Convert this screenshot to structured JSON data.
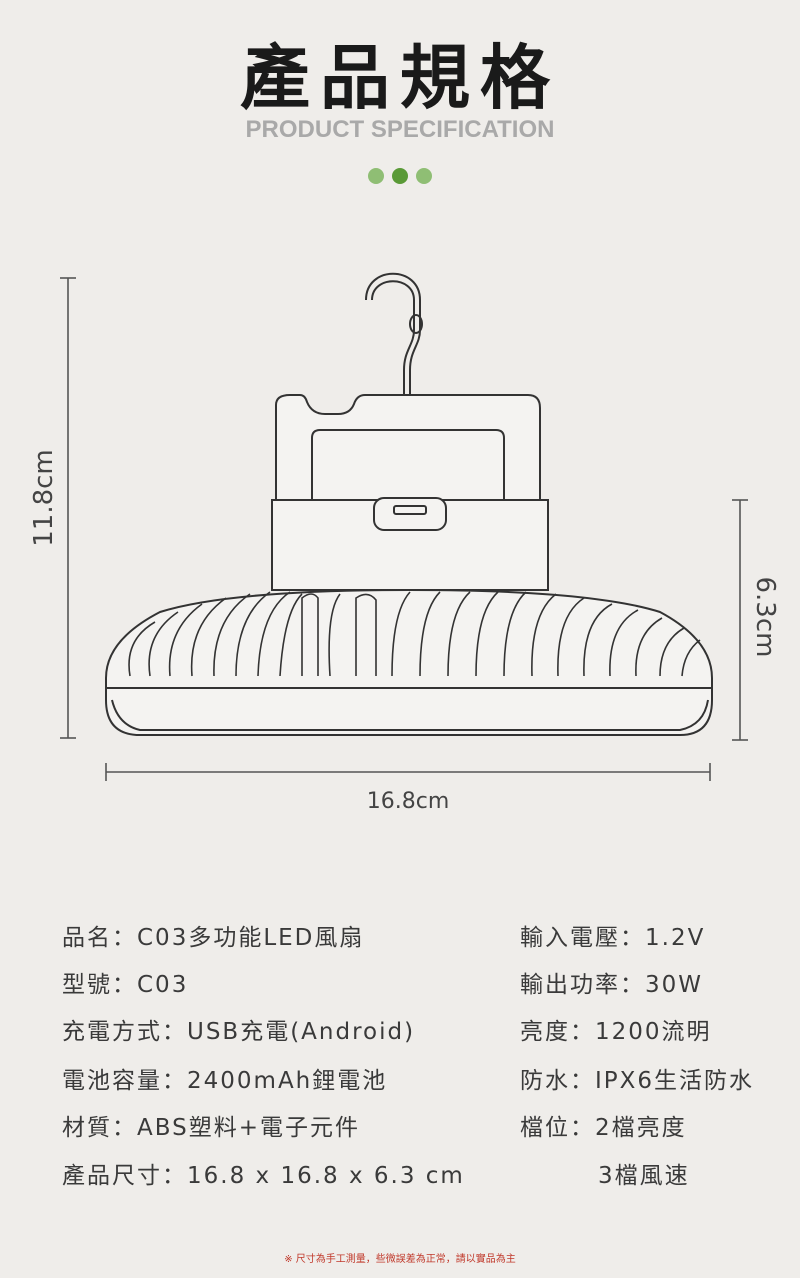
{
  "header": {
    "title": "產品規格",
    "subtitle": "PRODUCT SPECIFICATION",
    "dot_colors": [
      "#8fbe74",
      "#5a9a37",
      "#8fbe74"
    ]
  },
  "dimensions": {
    "height": "11.8cm",
    "depth": "6.3cm",
    "width": "16.8cm"
  },
  "specs_left": [
    "品名：C03多功能LED風扇",
    "型號：C03",
    "充電方式：USB充電(Android)",
    "電池容量：2400mAh鋰電池",
    "材質：ABS塑料+電子元件",
    "產品尺寸：16.8 x 16.8 x 6.3 cm"
  ],
  "specs_right": [
    "輸入電壓：1.2V",
    "輸出功率：30W",
    "亮度：1200流明",
    "防水：IPX6生活防水",
    "檔位：2檔亮度",
    "3檔風速"
  ],
  "footnote": "※ 尺寸為手工測量，些微誤差為正常，請以實品為主"
}
